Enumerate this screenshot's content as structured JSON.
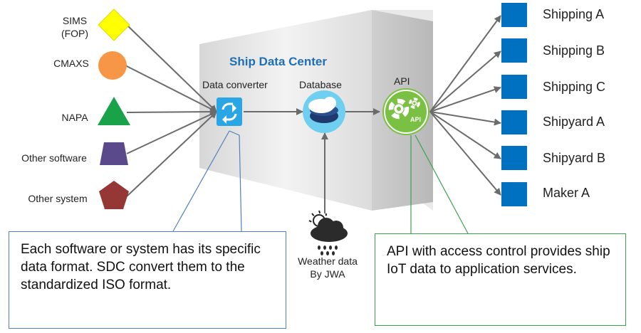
{
  "diagram": {
    "title": "Ship Data Center",
    "sources": [
      {
        "label_line1": "SIMS",
        "label_line2": "(FOP)",
        "shape": "diamond",
        "color": "#ffff00"
      },
      {
        "label_line1": "CMAXS",
        "label_line2": "",
        "shape": "circle",
        "color": "#f79646"
      },
      {
        "label_line1": "NAPA",
        "label_line2": "",
        "shape": "triangle",
        "color": "#1aa24a"
      },
      {
        "label_line1": "Other software",
        "label_line2": "",
        "shape": "trapezoid",
        "color": "#5b4a8b"
      },
      {
        "label_line1": "Other system",
        "label_line2": "",
        "shape": "pentagon",
        "color": "#953735"
      }
    ],
    "components": {
      "converter": {
        "label": "Data converter",
        "icon": "sync-arrows-icon",
        "color": "#2aa6e6"
      },
      "database": {
        "label": "Database",
        "icon": "cloud-database-icon",
        "color": "#6ecff0"
      },
      "api": {
        "label": "API",
        "icon": "gears-icon",
        "color": "#7ac143",
        "icon_text": "API"
      }
    },
    "weather": {
      "line1": "Weather data",
      "line2": "By JWA",
      "icon": "weather-cloud-rain-icon"
    },
    "outputs": [
      {
        "label": "Shipping A",
        "color": "#0070c0"
      },
      {
        "label": "Shipping B",
        "color": "#0070c0"
      },
      {
        "label": "Shipping C",
        "color": "#0070c0"
      },
      {
        "label": "Shipyard A",
        "color": "#0070c0"
      },
      {
        "label": "Shipyard B",
        "color": "#0070c0"
      },
      {
        "label": "Maker A",
        "color": "#0070c0"
      }
    ],
    "notes": {
      "left": "Each software or system has its specific data format. SDC convert them to the standardized ISO format.",
      "right": "API with access control provides ship IoT data to application services.",
      "left_border": "#4f81bd",
      "right_border": "#3aa34a"
    }
  }
}
